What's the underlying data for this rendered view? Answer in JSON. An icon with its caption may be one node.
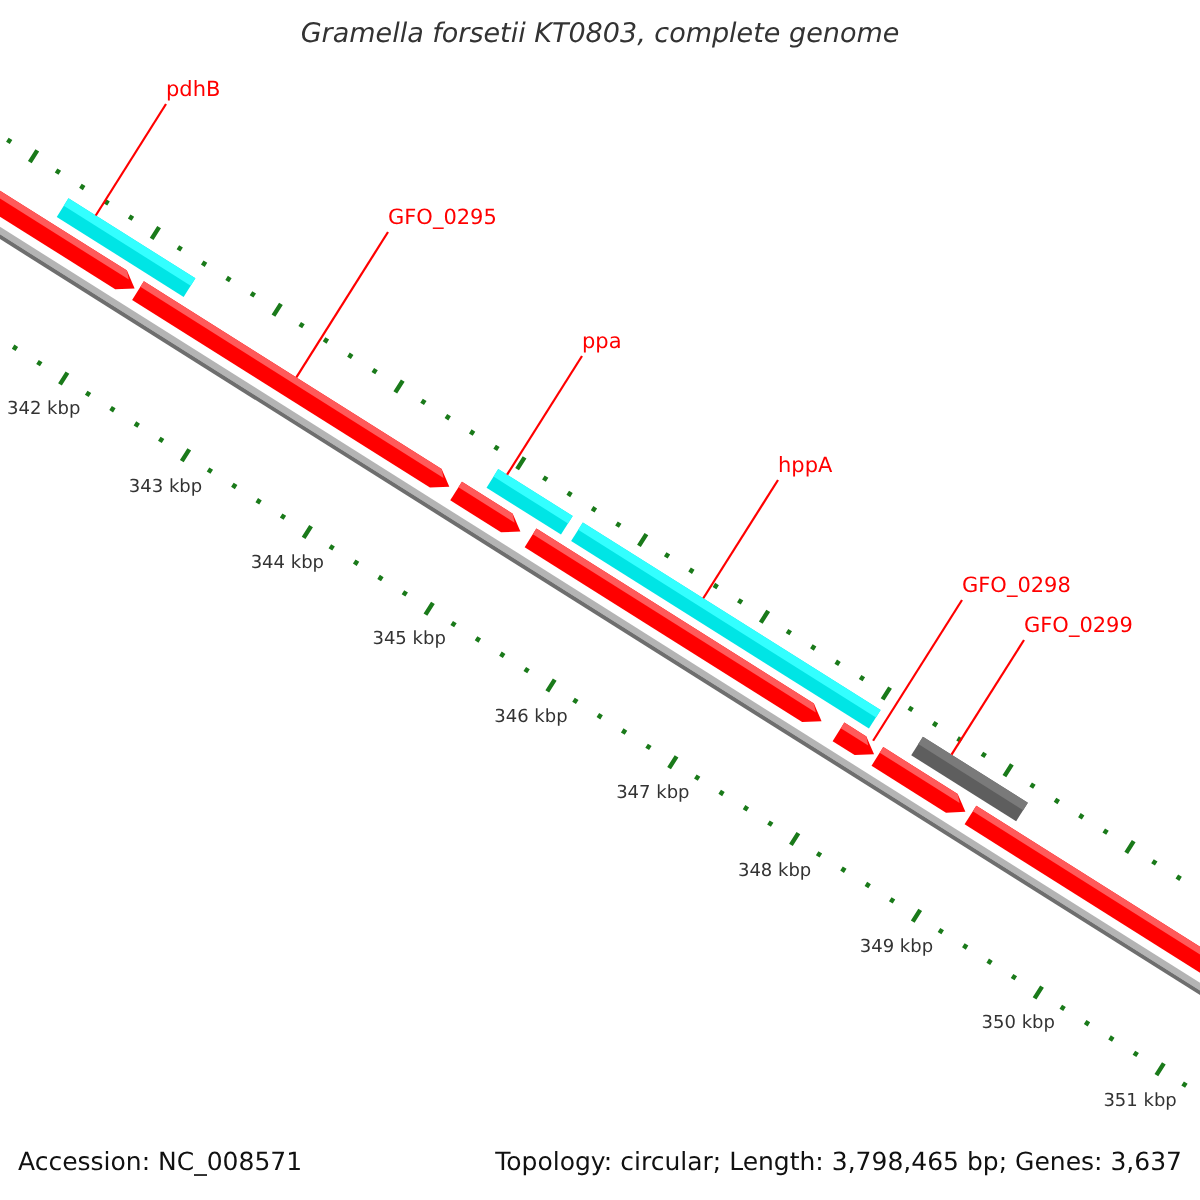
{
  "diagram": {
    "title": "Gramella forsetii KT0803, complete genome",
    "nodes": [
      {
        "text": [
          "pdhB"
        ]
      },
      {
        "text": [
          "GFO_0295"
        ]
      },
      {
        "text": [
          "ppa"
        ]
      },
      {
        "text": [
          "hppA"
        ]
      },
      {
        "text": [
          "GFO_0298"
        ]
      },
      {
        "text": [
          "GFO_0299"
        ]
      },
      {
        "text": [],
        "shape": "arrow"
      },
      {
        "text": [],
        "shape": "bar"
      },
      {
        "text": [],
        "shape": "arrow"
      },
      {
        "text": [],
        "shape": "arrow"
      },
      {
        "text": [],
        "shape": "bar"
      },
      {
        "text": [],
        "shape": "arrow"
      },
      {
        "text": [],
        "shape": "bar"
      },
      {
        "text": [],
        "shape": "arrow"
      },
      {
        "text": [],
        "shape": "arrow"
      },
      {
        "text": [],
        "shape": "bar"
      },
      {
        "text": [],
        "shape": "arrow"
      }
    ],
    "edges": [
      {
        "from": 0,
        "to": 7,
        "arrow": "none"
      },
      {
        "from": 1,
        "to": 8,
        "arrow": "none"
      },
      {
        "from": 2,
        "to": 10,
        "arrow": "none"
      },
      {
        "from": 3,
        "to": 12,
        "arrow": "none"
      },
      {
        "from": 4,
        "to": 13,
        "arrow": "none"
      },
      {
        "from": 5,
        "to": 15,
        "arrow": "none"
      }
    ],
    "labels": [
      "342 kbp",
      "343 kbp",
      "344 kbp",
      "345 kbp",
      "346 kbp",
      "347 kbp",
      "348 kbp",
      "349 kbp",
      "350 kbp",
      "351 kbp",
      "Accession: NC_008571",
      "Topology: circular; Length: 3,798,465 bp; Genes: 3,637"
    ]
  }
}
